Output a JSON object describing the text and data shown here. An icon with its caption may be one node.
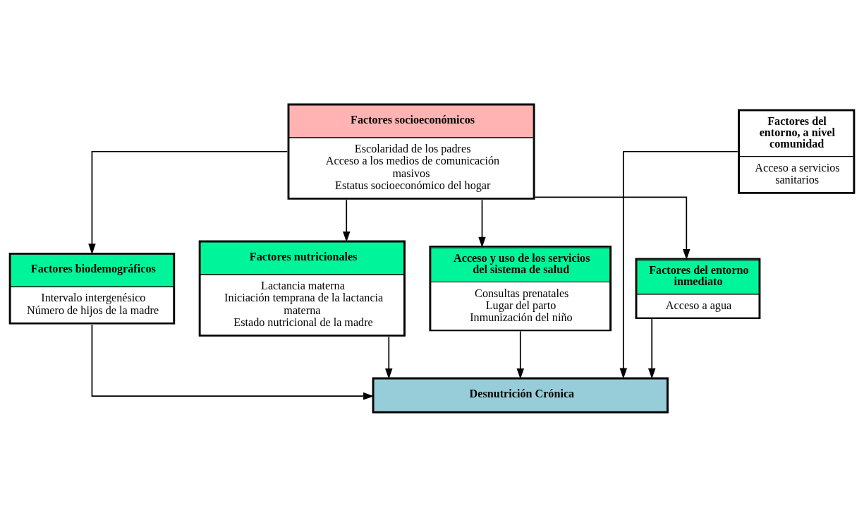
{
  "diagram": {
    "nodes": [
      {
        "text": [
          "Factores socioeconómicos",
          "Escolaridad de los padres",
          "Acceso a los medios de comunicación masivos",
          "Estatus socioeconómico del hogar"
        ]
      },
      {
        "text": [
          "Factores del entorno, a nivel comunidad",
          "Acceso a servicios sanitarios"
        ]
      },
      {
        "text": [
          "Factores biodemográficos",
          "Intervalo intergenésico",
          "Número de hijos de la madre"
        ]
      },
      {
        "text": [
          "Factores nutricionales",
          "Lactancia materna",
          "Iniciación temprana de la lactancia materna",
          "Estado nutricional de la madre"
        ]
      },
      {
        "text": [
          "Acceso y uso de los servicios del sistema de salud",
          "Consultas prenatales",
          "Lugar del parto",
          "Inmunización del niño"
        ]
      },
      {
        "text": [
          "Factores del entorno inmediato",
          "Acceso a agua"
        ]
      },
      {
        "text": [
          "Desnutrición Crónica"
        ]
      }
    ],
    "edges": [
      {
        "from": 0,
        "to": 2,
        "arrow": "to"
      },
      {
        "from": 0,
        "to": 3,
        "arrow": "to"
      },
      {
        "from": 0,
        "to": 4,
        "arrow": "to"
      },
      {
        "from": 0,
        "to": 5,
        "arrow": "to"
      },
      {
        "from": 2,
        "to": 6,
        "arrow": "to"
      },
      {
        "from": 3,
        "to": 6,
        "arrow": "to"
      },
      {
        "from": 4,
        "to": 6,
        "arrow": "to"
      },
      {
        "from": 5,
        "to": 6,
        "arrow": "to"
      },
      {
        "from": 1,
        "to": 6,
        "arrow": "to"
      }
    ]
  }
}
